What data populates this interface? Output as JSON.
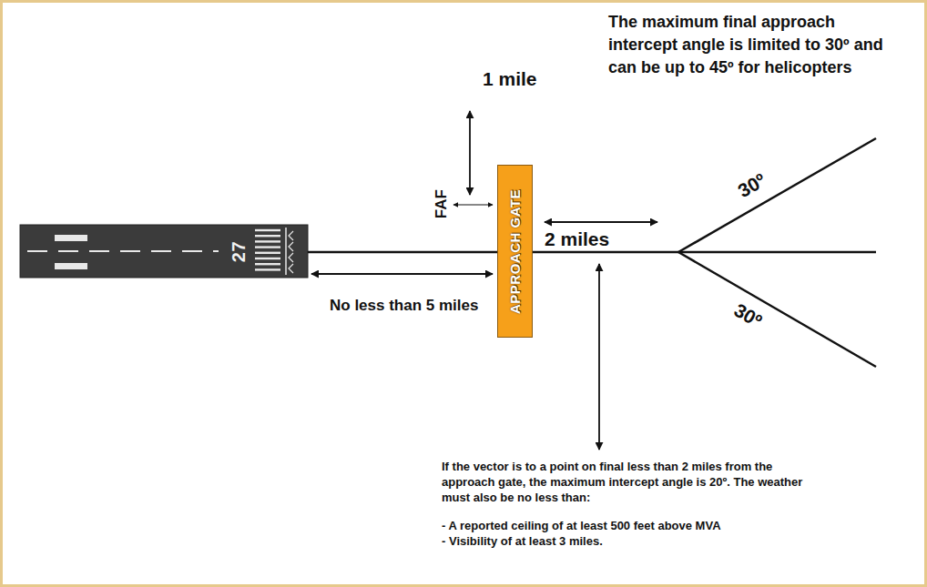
{
  "diagram": {
    "nodes": [
      {
        "text": [
          "27"
        ]
      },
      {
        "text": [
          "APPROACH GATE"
        ]
      }
    ],
    "labels": [
      "1 mile",
      "FAF",
      "2 miles",
      "No less than 5 miles",
      "30º",
      "30º",
      "The maximum final approach intercept angle is limited to 30º and can be up to 45º for helicopters",
      "If the vector is to a point on final less than 2 miles from the approach gate, the maximum intercept angle is 20º. The weather must also be no less than:",
      "- A reported ceiling of at least 500 feet above MVA",
      "- Visibility of at least 3 miles."
    ]
  }
}
